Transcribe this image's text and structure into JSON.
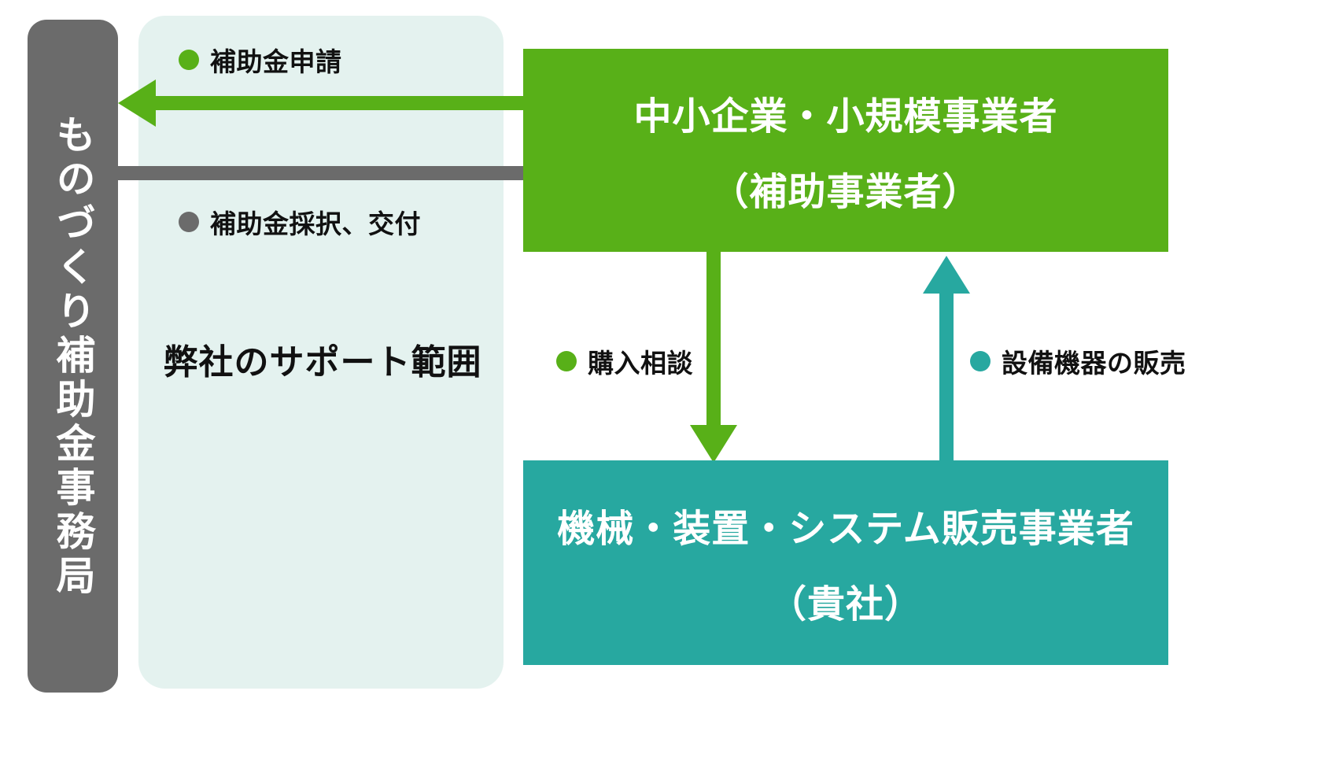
{
  "diagram": {
    "agency": {
      "label": "ものづくり補助金事務局"
    },
    "scope_panel": {
      "label": "弊社のサポート範囲"
    },
    "actors": [
      {
        "id": "sme",
        "line1": "中小企業・小規模事業者",
        "line2": "（補助事業者）",
        "color": "#58b018"
      },
      {
        "id": "vendor",
        "line1": "機械・装置・システム販売事業者",
        "line2": "（貴社）",
        "color": "#27a8a0"
      }
    ],
    "flows": [
      {
        "id": "apply",
        "label": "補助金申請",
        "color": "#58b018",
        "direction": "left"
      },
      {
        "id": "grant",
        "label": "補助金採択、交付",
        "color": "#6b6b6b",
        "direction": "right"
      },
      {
        "id": "consult",
        "label": "購入相談",
        "color": "#58b018",
        "direction": "down"
      },
      {
        "id": "sell",
        "label": "設備機器の販売",
        "color": "#27a8a0",
        "direction": "up"
      }
    ]
  }
}
